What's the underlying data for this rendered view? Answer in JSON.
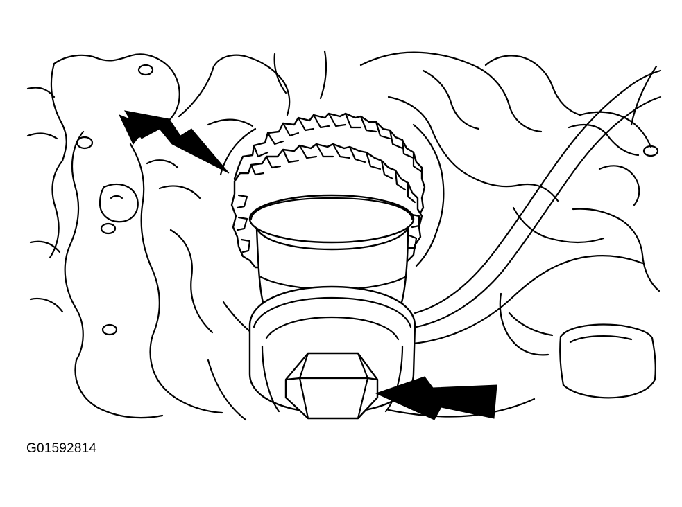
{
  "figure": {
    "id_label": "G01592814",
    "subject": "engine-gear-assembly-line-drawing",
    "callouts": [
      {
        "name": "upper-left-arrow",
        "points_to": "gear-teeth"
      },
      {
        "name": "lower-right-arrow",
        "points_to": "gear-bolt"
      }
    ]
  },
  "colors": {
    "line": "#000000",
    "background": "#ffffff"
  }
}
